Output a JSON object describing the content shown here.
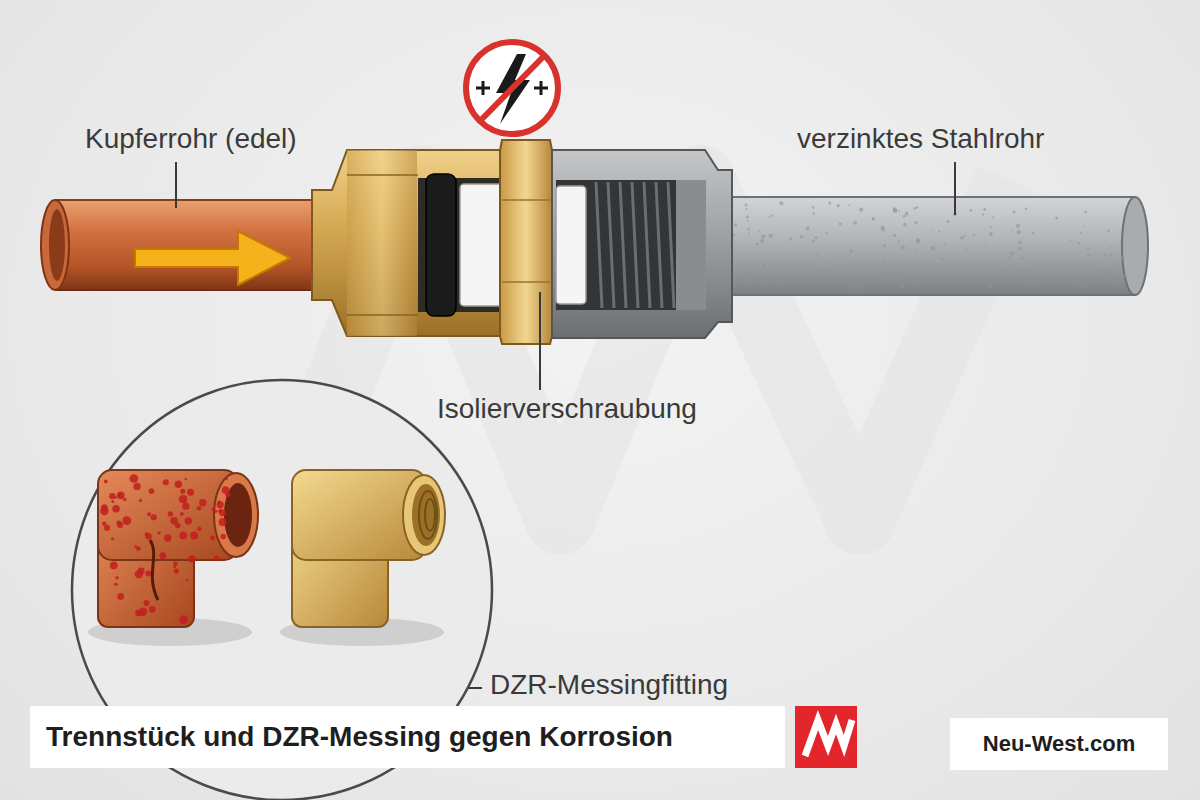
{
  "diagram": {
    "caption": "Trennstück und DZR-Messing gegen Korrosion",
    "labels": [
      "Kupferrohr (edel)",
      "verzinktes Stahlrohr",
      "Isolierverschraubung",
      "DZR-Messingfitting",
      "Neu-West.com"
    ]
  }
}
